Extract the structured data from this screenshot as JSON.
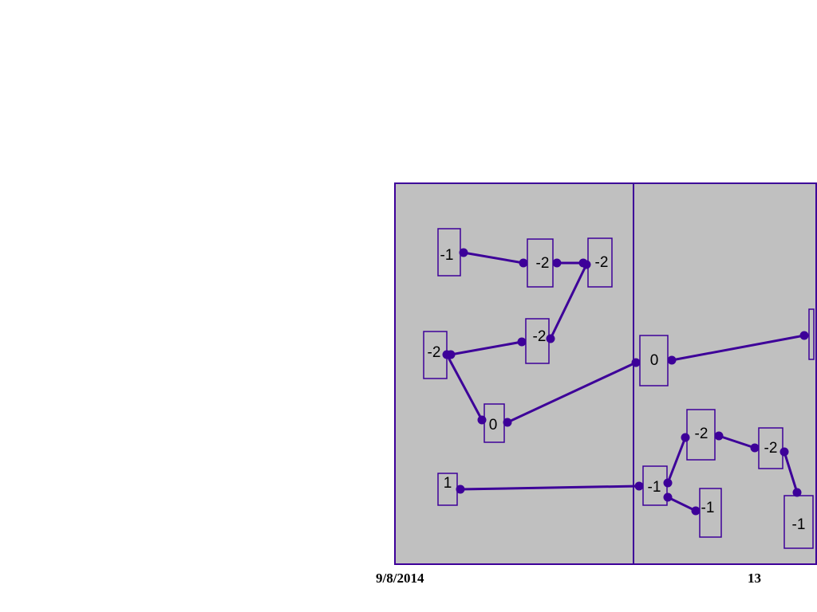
{
  "footer": {
    "date": "9/8/2014",
    "page_number": "13"
  },
  "colors": {
    "panel_fill": "#c0c0c0",
    "stroke": "#3d0099"
  },
  "diagram": {
    "nodes": [
      {
        "id": "n1",
        "label": "-1"
      },
      {
        "id": "n2",
        "label": "-2"
      },
      {
        "id": "n3",
        "label": "-2"
      },
      {
        "id": "n4",
        "label": "-2"
      },
      {
        "id": "n5",
        "label": "-2"
      },
      {
        "id": "n6",
        "label": "0"
      },
      {
        "id": "n7",
        "label": "1"
      },
      {
        "id": "n8",
        "label": "0"
      },
      {
        "id": "n9",
        "label": ""
      },
      {
        "id": "n10",
        "label": "-1"
      },
      {
        "id": "n11",
        "label": "-2"
      },
      {
        "id": "n12",
        "label": "-2"
      },
      {
        "id": "n13",
        "label": "-1"
      },
      {
        "id": "n14",
        "label": "-1"
      }
    ],
    "edges": [
      [
        "n1",
        "n2"
      ],
      [
        "n2",
        "n3"
      ],
      [
        "n3",
        "n5"
      ],
      [
        "n5",
        "n4"
      ],
      [
        "n4",
        "n6"
      ],
      [
        "n6",
        "n8"
      ],
      [
        "n8",
        "n9"
      ],
      [
        "n7",
        "n10"
      ],
      [
        "n10",
        "n11"
      ],
      [
        "n11",
        "n12"
      ],
      [
        "n12",
        "n14"
      ],
      [
        "n10",
        "n13"
      ]
    ]
  }
}
